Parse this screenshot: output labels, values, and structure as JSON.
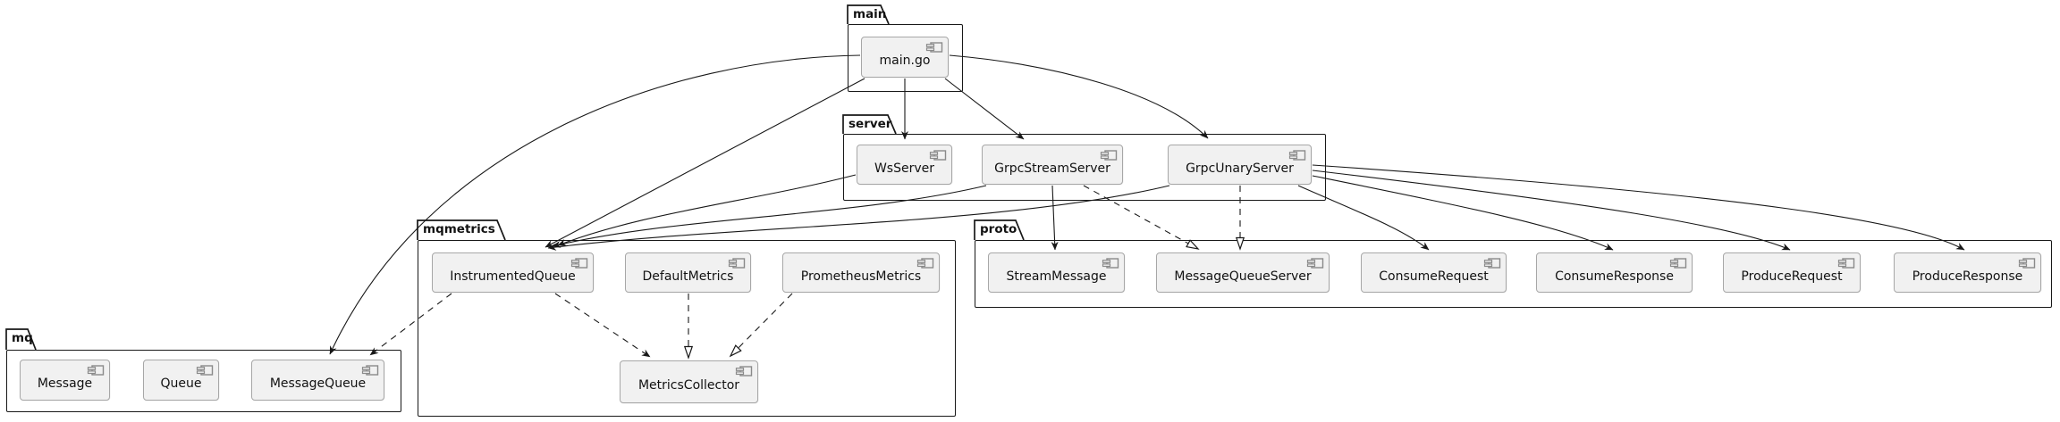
{
  "diagram": {
    "type": "uml-component-diagram",
    "background": "#FFFFFF",
    "colors": {
      "package_border": "#181818",
      "component_fill": "#F1F1F1",
      "component_border": "#A7A7A7",
      "edge": "#181818",
      "text": "#121212"
    },
    "packages": [
      {
        "name": "main",
        "components": [
          {
            "label": "main.go"
          }
        ]
      },
      {
        "name": "server",
        "components": [
          {
            "label": "WsServer"
          },
          {
            "label": "GrpcStreamServer"
          },
          {
            "label": "GrpcUnaryServer"
          }
        ]
      },
      {
        "name": "mqmetrics",
        "components": [
          {
            "label": "InstrumentedQueue"
          },
          {
            "label": "DefaultMetrics"
          },
          {
            "label": "PrometheusMetrics"
          },
          {
            "label": "MetricsCollector"
          }
        ]
      },
      {
        "name": "mq",
        "components": [
          {
            "label": "Message"
          },
          {
            "label": "Queue"
          },
          {
            "label": "MessageQueue"
          }
        ]
      },
      {
        "name": "proto",
        "components": [
          {
            "label": "StreamMessage"
          },
          {
            "label": "MessageQueueServer"
          },
          {
            "label": "ConsumeRequest"
          },
          {
            "label": "ConsumeResponse"
          },
          {
            "label": "ProduceRequest"
          },
          {
            "label": "ProduceResponse"
          }
        ]
      }
    ],
    "relationships": [
      {
        "from": "main.go",
        "to": "WsServer",
        "style": "solid-arrow"
      },
      {
        "from": "main.go",
        "to": "GrpcStreamServer",
        "style": "solid-arrow"
      },
      {
        "from": "main.go",
        "to": "GrpcUnaryServer",
        "style": "solid-arrow"
      },
      {
        "from": "main.go",
        "to": "MessageQueue",
        "style": "solid-arrow"
      },
      {
        "from": "main.go",
        "to": "InstrumentedQueue",
        "style": "solid-arrow"
      },
      {
        "from": "WsServer",
        "to": "InstrumentedQueue",
        "style": "solid-arrow"
      },
      {
        "from": "GrpcStreamServer",
        "to": "InstrumentedQueue",
        "style": "solid-arrow"
      },
      {
        "from": "GrpcUnaryServer",
        "to": "InstrumentedQueue",
        "style": "solid-arrow"
      },
      {
        "from": "GrpcStreamServer",
        "to": "StreamMessage",
        "style": "solid-arrow"
      },
      {
        "from": "GrpcStreamServer",
        "to": "MessageQueueServer",
        "style": "dashed-triangle"
      },
      {
        "from": "GrpcUnaryServer",
        "to": "MessageQueueServer",
        "style": "dashed-triangle"
      },
      {
        "from": "GrpcUnaryServer",
        "to": "ConsumeRequest",
        "style": "solid-arrow"
      },
      {
        "from": "GrpcUnaryServer",
        "to": "ConsumeResponse",
        "style": "solid-arrow"
      },
      {
        "from": "GrpcUnaryServer",
        "to": "ProduceRequest",
        "style": "solid-arrow"
      },
      {
        "from": "GrpcUnaryServer",
        "to": "ProduceResponse",
        "style": "solid-arrow"
      },
      {
        "from": "InstrumentedQueue",
        "to": "MessageQueue",
        "style": "dashed-arrow"
      },
      {
        "from": "InstrumentedQueue",
        "to": "MetricsCollector",
        "style": "dashed-arrow"
      },
      {
        "from": "DefaultMetrics",
        "to": "MetricsCollector",
        "style": "dashed-triangle"
      },
      {
        "from": "PrometheusMetrics",
        "to": "MetricsCollector",
        "style": "dashed-triangle"
      }
    ]
  }
}
